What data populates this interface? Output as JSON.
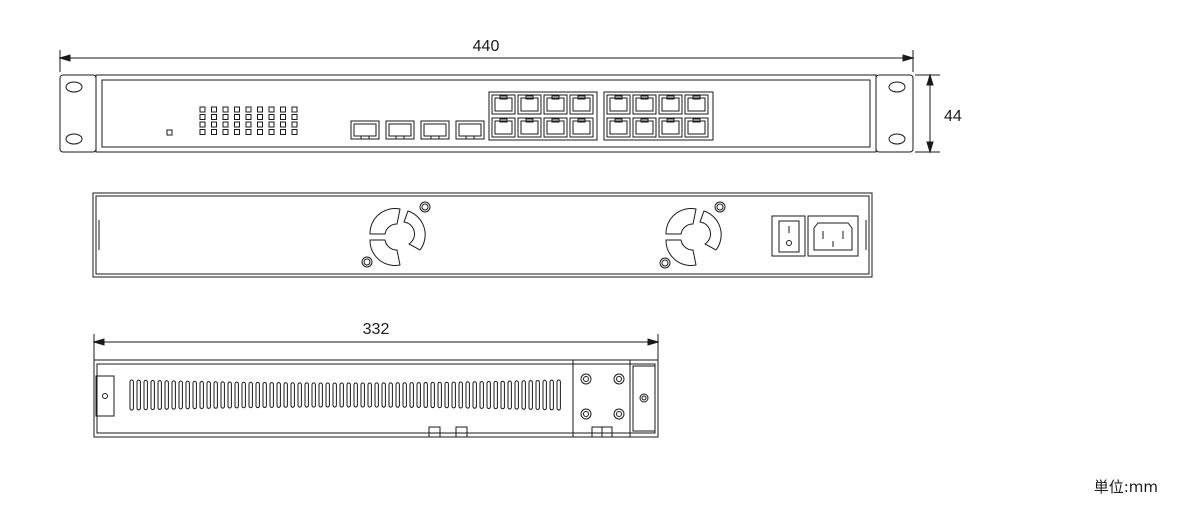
{
  "dimensions": {
    "width_label": "440",
    "height_label": "44",
    "depth_label": "332"
  },
  "unit": "単位:mm",
  "colors": {
    "line": "#1a1a1a",
    "background": "#ffffff"
  }
}
